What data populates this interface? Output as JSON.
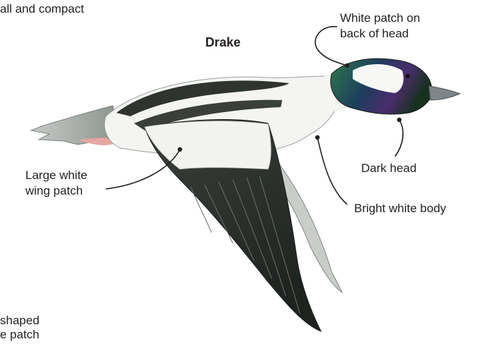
{
  "title": "Drake",
  "labels": {
    "top_left_fragment": "all and compact",
    "head_patch_line1": "White patch on",
    "head_patch_line2": "back of head",
    "dark_head": "Dark head",
    "wing_patch_line1": "Large white",
    "wing_patch_line2": "wing patch",
    "white_body": "Bright white body",
    "bottom_left_line1": "shaped",
    "bottom_left_line2": "e patch"
  },
  "colors": {
    "text": "#231f20",
    "leader": "#231f20",
    "head_green": "#1f5a3a",
    "head_purple": "#4b2f6e",
    "body_white": "#f4f5f2",
    "wing_dark": "#2b2f2c",
    "back_gray": "#8f948f"
  }
}
